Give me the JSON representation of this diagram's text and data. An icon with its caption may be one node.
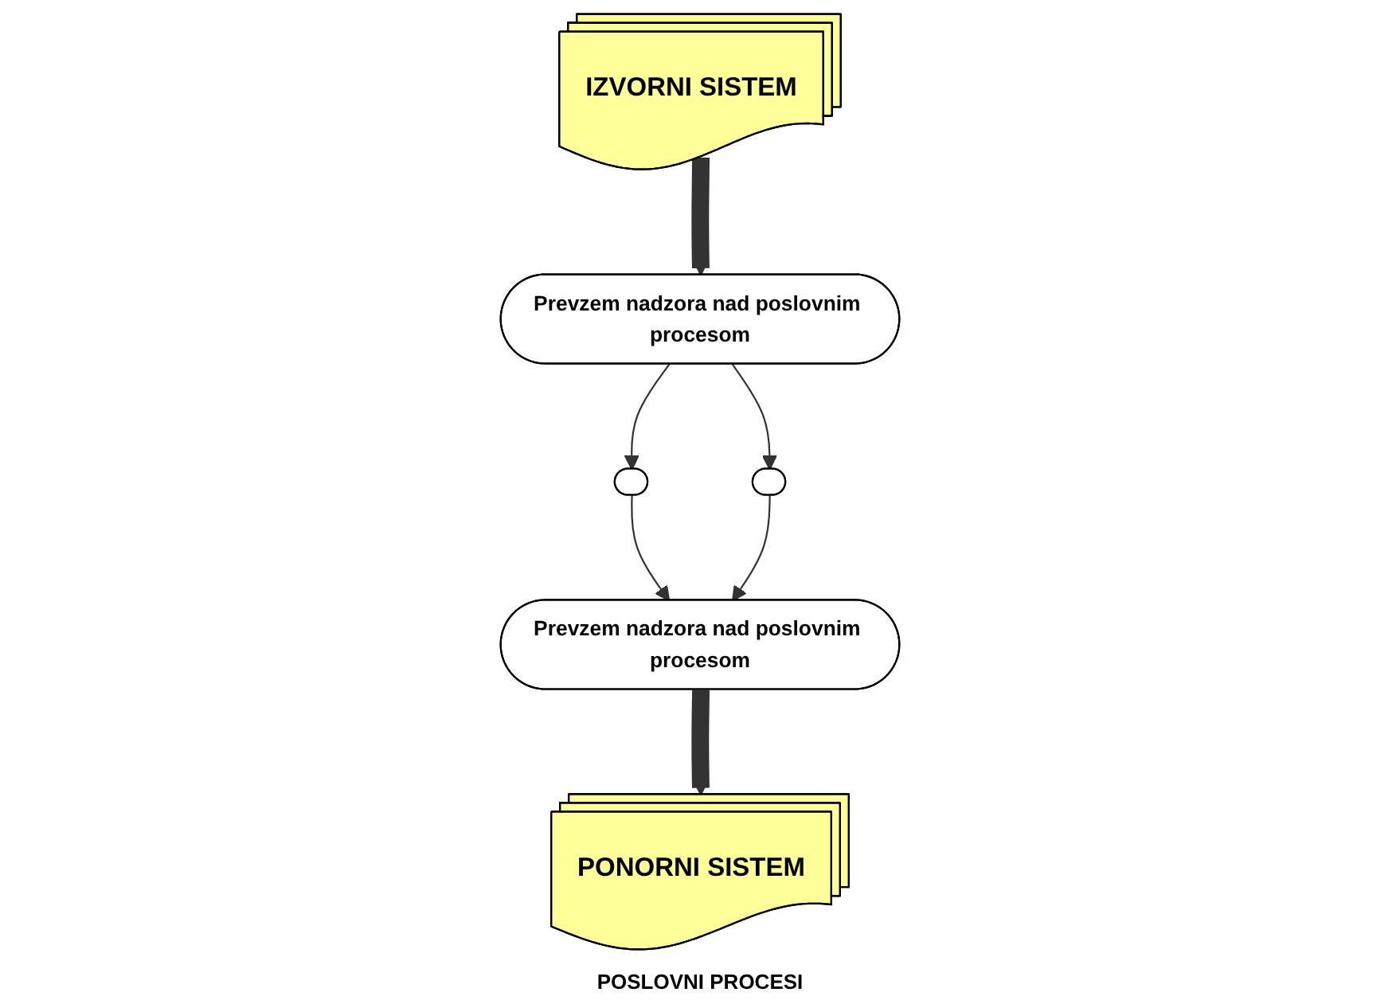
{
  "diagram": {
    "nodes": [
      {
        "text": [
          "IZVORNI SISTEM"
        ]
      },
      {
        "text": [
          "PONORNI SISTEM"
        ]
      },
      {
        "text": [
          "Prevzem nadzora nad poslovnim procesom"
        ]
      },
      {
        "text": [],
        "shape": "box"
      },
      {
        "text": [
          "Prevzem nadzora nad poslovnim procesom"
        ]
      },
      {
        "text": [],
        "shape": "box"
      }
    ],
    "edges": [
      {
        "from": 0,
        "to": 2,
        "arrow": "to",
        "style": "thick",
        "color": "#333333"
      },
      {
        "from": 4,
        "to": 1,
        "arrow": "to",
        "style": "thick",
        "color": "#333333"
      },
      {
        "from": 2,
        "to": 3,
        "arrow": "to"
      },
      {
        "from": 3,
        "to": 4,
        "arrow": "to"
      },
      {
        "from": 2,
        "to": 5,
        "arrow": "to"
      },
      {
        "from": 5,
        "to": 4,
        "arrow": "to"
      }
    ],
    "labels": [
      "POSLOVNI PROCESI"
    ]
  }
}
